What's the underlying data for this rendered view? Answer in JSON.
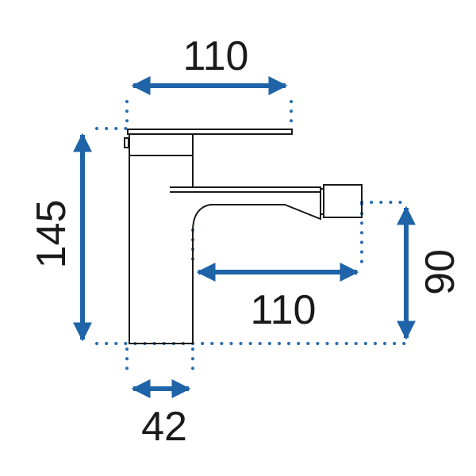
{
  "diagram": {
    "colors": {
      "arrow": "#1f63a8",
      "outline": "#1a1a1a",
      "guide": "#2a6db0",
      "background": "#ffffff"
    },
    "dimensions": {
      "top_width": "110",
      "total_height": "145",
      "spout_height": "90",
      "spout_reach": "110",
      "base_width": "42"
    }
  }
}
